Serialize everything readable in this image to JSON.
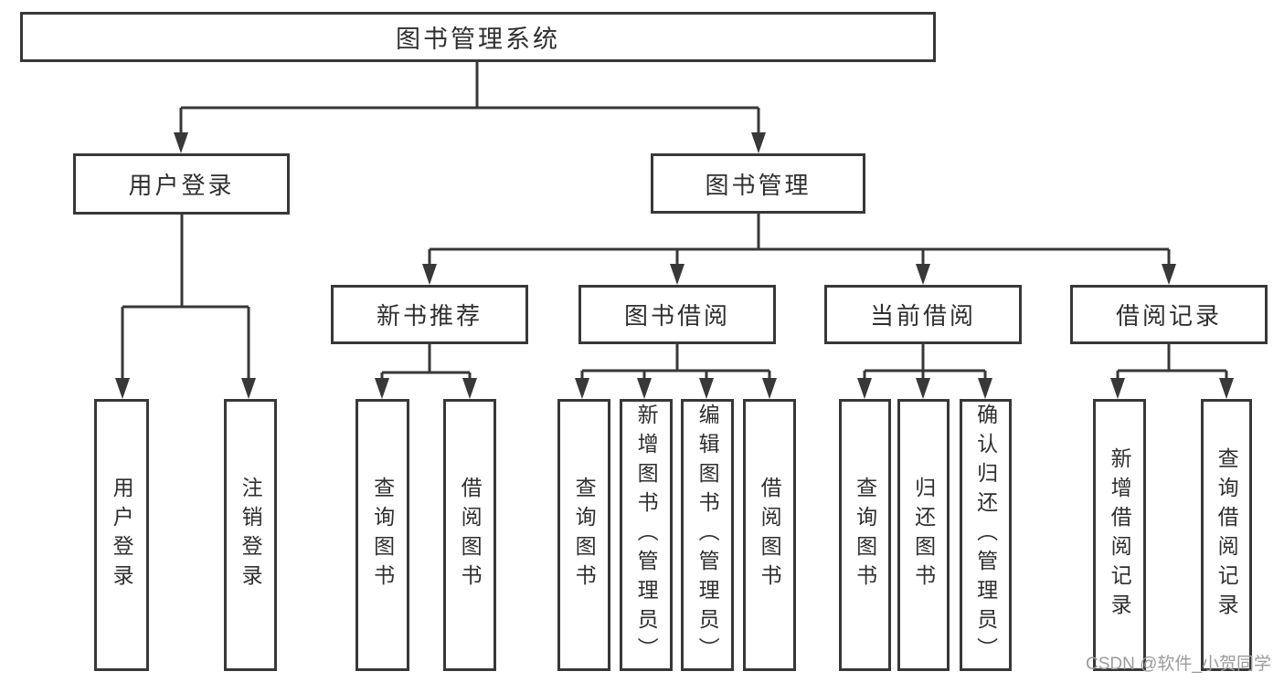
{
  "diagram": {
    "root": {
      "label": "图书管理系统"
    },
    "branches": [
      {
        "label": "用户登录",
        "children": [
          {
            "label": "用户登录"
          },
          {
            "label": "注销登录"
          }
        ]
      },
      {
        "label": "图书管理",
        "children": [
          {
            "label": "新书推荐",
            "children": [
              {
                "label": "查询图书"
              },
              {
                "label": "借阅图书"
              }
            ]
          },
          {
            "label": "图书借阅",
            "children": [
              {
                "label": "查询图书"
              },
              {
                "label": "新增图书（管理员）"
              },
              {
                "label": "编辑图书（管理员）"
              },
              {
                "label": "借阅图书"
              }
            ]
          },
          {
            "label": "当前借阅",
            "children": [
              {
                "label": "查询图书"
              },
              {
                "label": "归还图书"
              },
              {
                "label": "确认归还（管理员）"
              }
            ]
          },
          {
            "label": "借阅记录",
            "children": [
              {
                "label": "新增借阅记录"
              },
              {
                "label": "查询借阅记录"
              }
            ]
          }
        ]
      }
    ]
  },
  "watermark": {
    "text": "CSDN @软件_小贺同学"
  },
  "colors": {
    "line": "#383838",
    "text": "#2f2f2f",
    "watermark": "#9b9b9b",
    "background": "#ffffff"
  }
}
